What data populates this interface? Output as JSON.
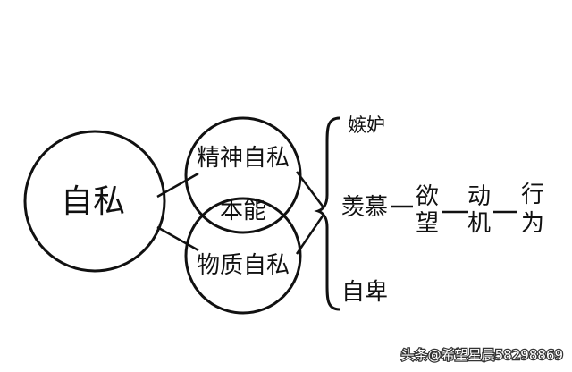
{
  "nodes": {
    "selfish": "自私",
    "spiritual_selfish": "精神自私",
    "instinct": "本能",
    "material_selfish": "物质自私",
    "jealousy": "嫉妒",
    "envy": "羡慕",
    "inferiority": "自卑",
    "desire_top": "欲",
    "desire_bottom": "望",
    "motive_top": "动",
    "motive_bottom": "机",
    "action_top": "行",
    "action_bottom": "为"
  },
  "watermark": "头条@希望星晨58298869",
  "colors": {
    "ink": "#111111",
    "background": "#ffffff"
  }
}
